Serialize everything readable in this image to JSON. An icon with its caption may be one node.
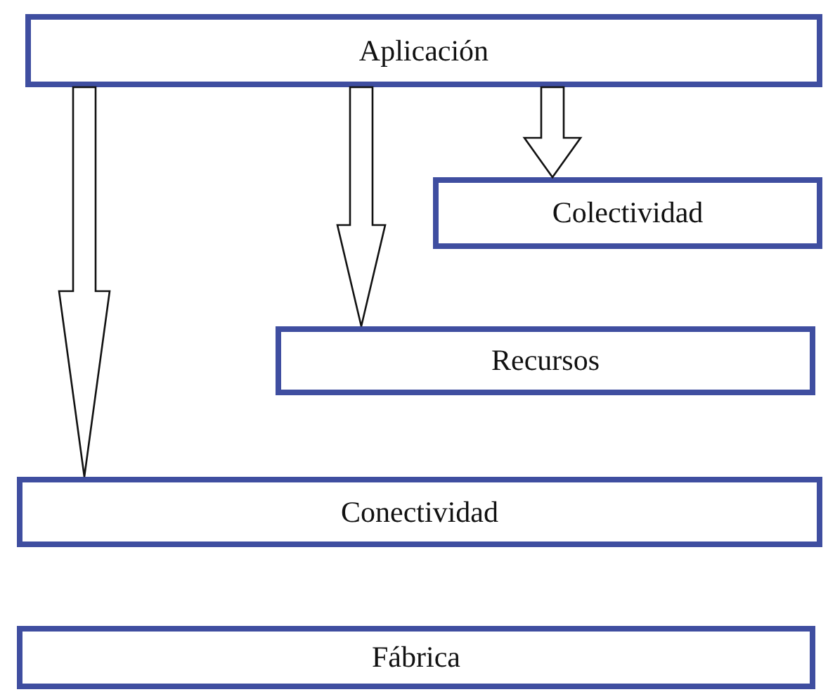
{
  "diagram": {
    "nodes": [
      {
        "text": [
          "Aplicación"
        ]
      },
      {
        "text": [
          "Colectividad"
        ]
      },
      {
        "text": [
          "Recursos"
        ]
      },
      {
        "text": [
          "Conectividad"
        ]
      },
      {
        "text": [
          "Fábrica"
        ]
      }
    ],
    "edges": [
      {
        "from": 0,
        "to": 3,
        "arrow": "to"
      },
      {
        "from": 0,
        "to": 2,
        "arrow": "to"
      },
      {
        "from": 0,
        "to": 1,
        "arrow": "to"
      }
    ]
  }
}
